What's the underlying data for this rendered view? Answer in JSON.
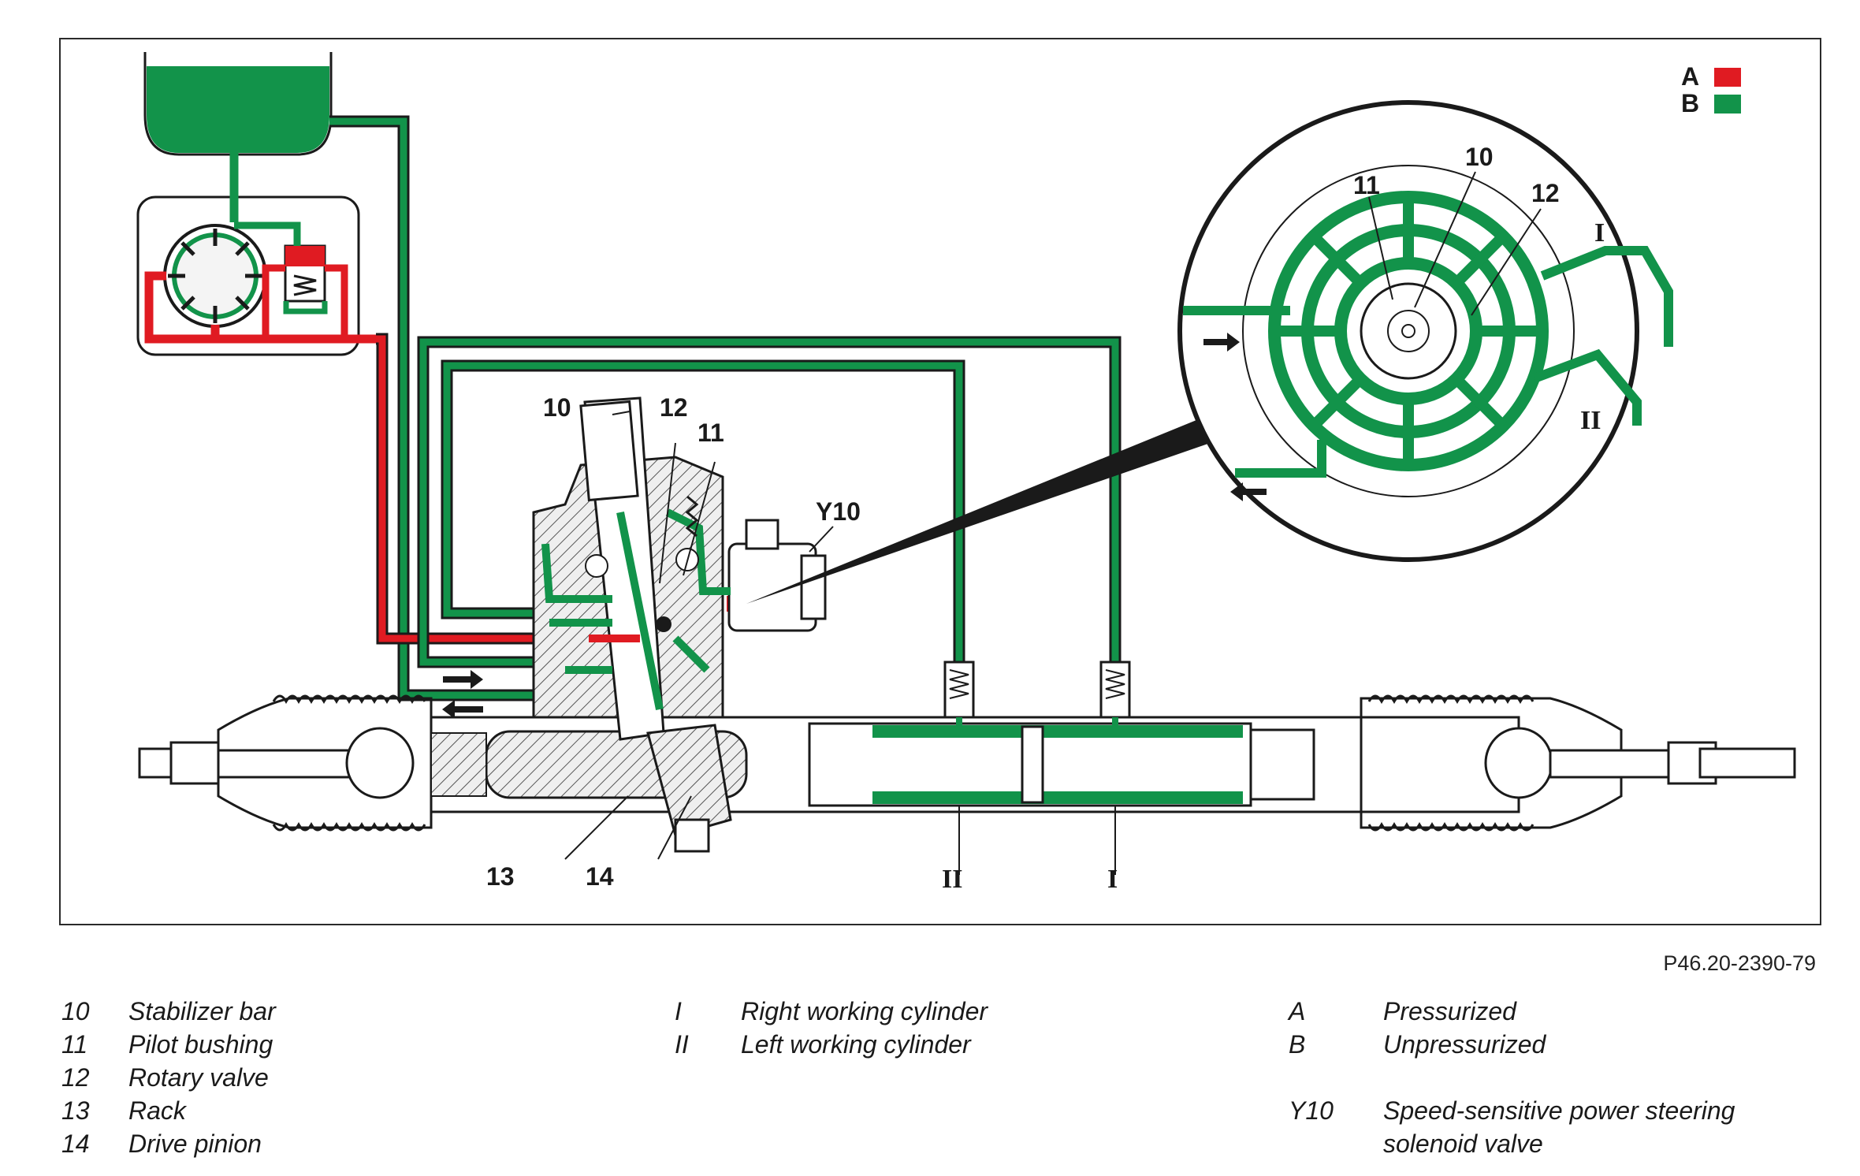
{
  "diagram": {
    "colors": {
      "pressurized": "#e01b22",
      "unpressurized": "#12934a",
      "outline": "#1a1a1a",
      "housing_hatch": "#d9d9d9"
    },
    "key": {
      "a_letter": "A",
      "b_letter": "B"
    },
    "callouts": {
      "c10": "10",
      "c11": "11",
      "c12": "12",
      "c13": "13",
      "c14": "14",
      "y10": "Y10",
      "cyl_ii": "II",
      "cyl_i": "I",
      "detail_10": "10",
      "detail_11": "11",
      "detail_12": "12",
      "detail_i": "I",
      "detail_ii": "II"
    }
  },
  "figure_ref": "P46.20-2390-79",
  "legend": {
    "col1": [
      {
        "key": "10",
        "text": "Stabilizer bar"
      },
      {
        "key": "11",
        "text": "Pilot bushing"
      },
      {
        "key": "12",
        "text": "Rotary valve"
      },
      {
        "key": "13",
        "text": "Rack"
      },
      {
        "key": "14",
        "text": "Drive pinion"
      }
    ],
    "col2": [
      {
        "key": "I",
        "text": "Right working cylinder"
      },
      {
        "key": "II",
        "text": "Left working cylinder"
      }
    ],
    "col3": [
      {
        "key": "A",
        "text": "Pressurized"
      },
      {
        "key": "B",
        "text": "Unpressurized"
      },
      {
        "key": "Y10",
        "text": "Speed-sensitive power steering"
      },
      {
        "key": "",
        "text": "solenoid valve"
      }
    ]
  }
}
